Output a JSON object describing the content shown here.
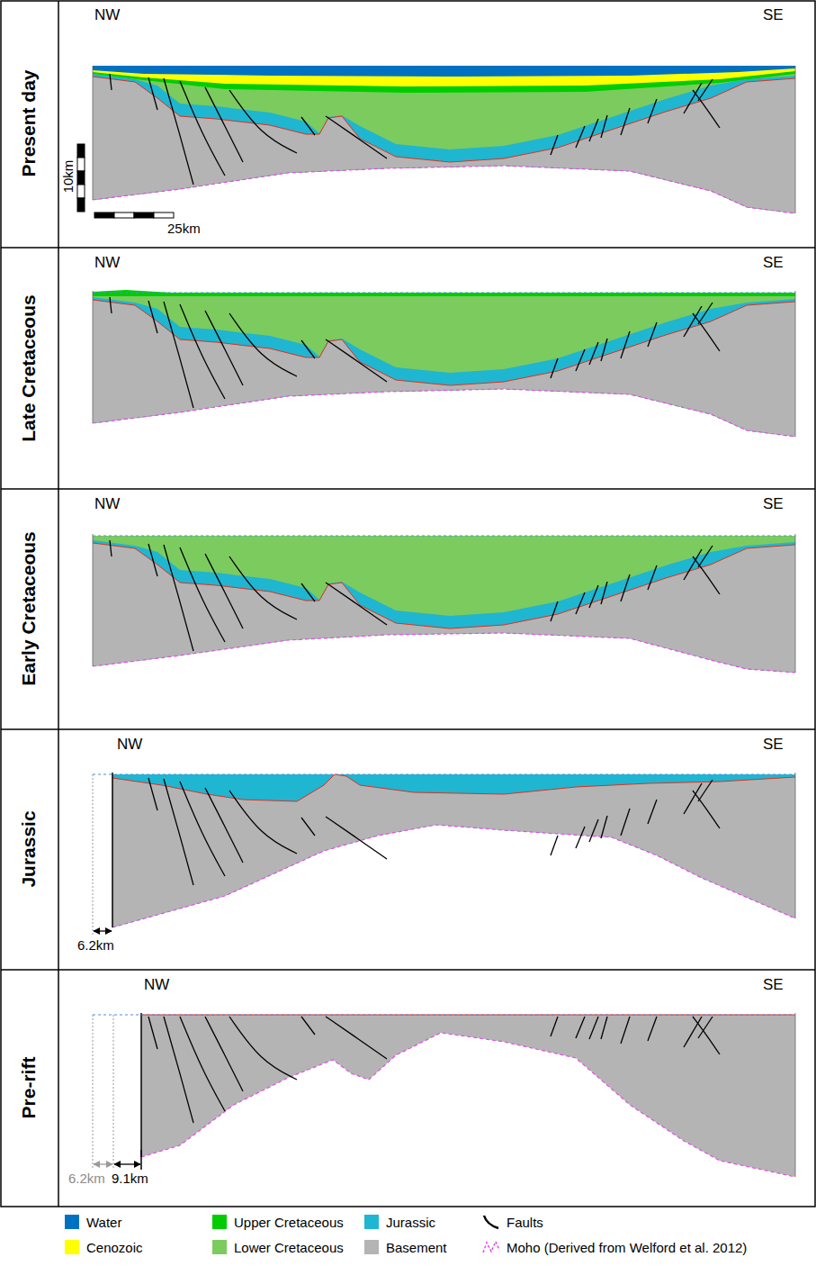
{
  "diagram": {
    "nodes": [
      {
        "text": [
          "Present day",
          "NW",
          "SE",
          "10km",
          "25km"
        ]
      },
      {
        "text": [
          "Late Cretaceous",
          "NW",
          "SE"
        ]
      },
      {
        "text": [
          "Early Cretaceous",
          "NW",
          "SE"
        ]
      },
      {
        "text": [
          "Jurassic",
          "NW",
          "SE",
          "6.2km"
        ]
      },
      {
        "text": [
          "Pre-rift",
          "NW",
          "SE",
          "6.2km",
          "9.1km"
        ]
      }
    ],
    "legend": [
      {
        "text": "Water",
        "color": "#0070c0"
      },
      {
        "text": "Upper Cretaceous",
        "color": "#00cc00"
      },
      {
        "text": "Jurassic",
        "color": "#1fb6d2"
      },
      {
        "text": "Faults"
      },
      {
        "text": "Cenozoic",
        "color": "#ffff00"
      },
      {
        "text": "Lower Cretaceous",
        "color": "#7ccb5e"
      },
      {
        "text": "Basement",
        "color": "#b4b4b4"
      },
      {
        "text": "Moho (Derived from Welford et al. 2012)"
      }
    ]
  }
}
